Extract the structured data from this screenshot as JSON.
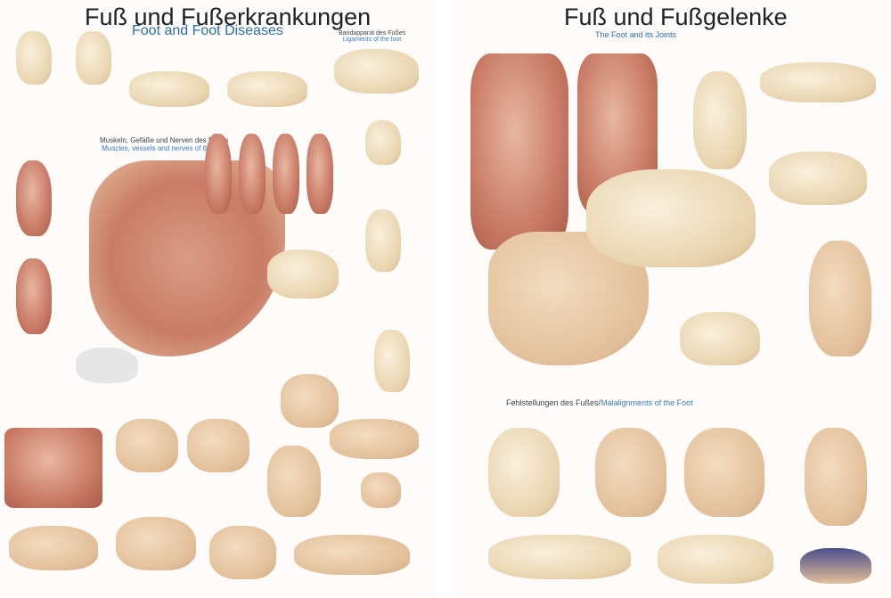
{
  "poster_left": {
    "title": "Fuß und Fußerkrankungen",
    "subtitle": "Foot and Foot Diseases",
    "section_muscles_de": "Muskeln, Gefäße und Nerven des Fußes",
    "section_muscles_en": "Muscles, vessels and nerves of the foot",
    "section_ligaments_de": "Bandapparat des Fußes",
    "section_ligaments_en": "Ligaments of the foot"
  },
  "poster_right": {
    "title": "Fuß und Fußgelenke",
    "subtitle": "The Foot and its Joints",
    "section_malalign_de": "Fehlstellungen des Fußes/",
    "section_malalign_en": "Malalignments of the Foot"
  },
  "colors": {
    "accent": "#2d6fa8",
    "skin": "#e2bf99",
    "bone": "#e8d3ad",
    "muscle": "#c97b66"
  }
}
